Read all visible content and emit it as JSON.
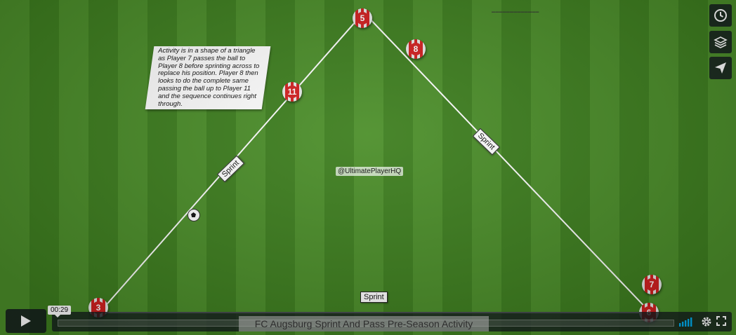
{
  "note_text": "Activity is in a shape of a triangle as Player 7 passes the ball to Player 8 before sprinting across to replace his position. Player 8 then looks to do the complete same passing the ball up to Player 11 and the sequence continues right through.",
  "handle": "@UltimatePlayerHQ",
  "sprint_labels": {
    "left": "Sprint",
    "right": "Sprint",
    "bottom": "Sprint"
  },
  "players": [
    {
      "number": "5"
    },
    {
      "number": "8"
    },
    {
      "number": "11"
    },
    {
      "number": "3"
    },
    {
      "number": "7"
    },
    {
      "number": "6"
    }
  ],
  "video": {
    "timecode": "00:29",
    "caption": "FC Augsburg Sprint And Pass Pre-Season Activity",
    "progress": 0
  },
  "side_buttons": [
    {
      "icon": "clock-icon"
    },
    {
      "icon": "layers-icon"
    },
    {
      "icon": "send-icon"
    }
  ],
  "control_icons": [
    "volume-icon",
    "settings-icon",
    "fullscreen-icon"
  ]
}
